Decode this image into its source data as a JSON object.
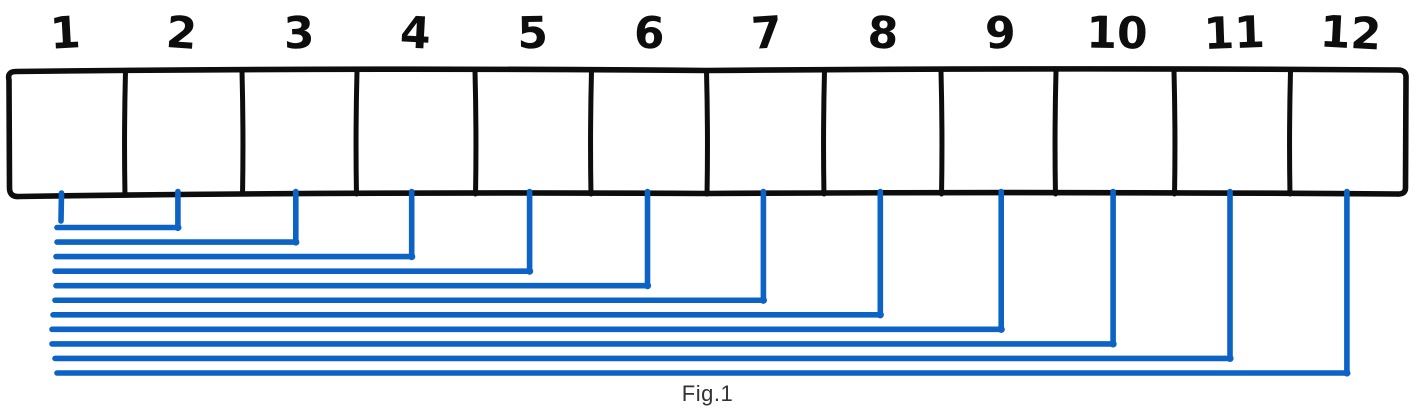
{
  "figure": {
    "caption": "Fig.1",
    "cell_labels": [
      "1",
      "2",
      "3",
      "4",
      "5",
      "6",
      "7",
      "8",
      "9",
      "10",
      "11",
      "12"
    ],
    "source_cell": "1",
    "connections": [
      {
        "from": 1,
        "to": 2
      },
      {
        "from": 1,
        "to": 3
      },
      {
        "from": 1,
        "to": 4
      },
      {
        "from": 1,
        "to": 5
      },
      {
        "from": 1,
        "to": 6
      },
      {
        "from": 1,
        "to": 7
      },
      {
        "from": 1,
        "to": 8
      },
      {
        "from": 1,
        "to": 9
      },
      {
        "from": 1,
        "to": 10
      },
      {
        "from": 1,
        "to": 11
      },
      {
        "from": 1,
        "to": 12
      }
    ],
    "colors": {
      "box_stroke": "#0d0d0d",
      "link": "#0d63c5",
      "caption": "#333333"
    }
  }
}
